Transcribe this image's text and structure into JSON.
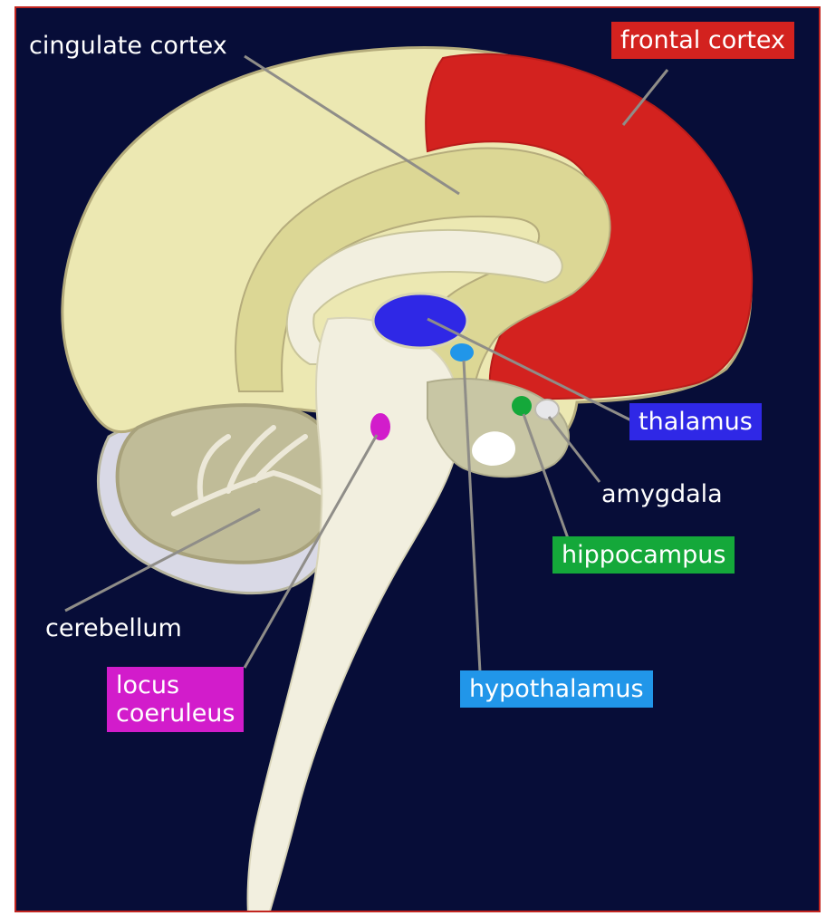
{
  "labels": {
    "cingulate": "cingulate cortex",
    "frontal": "frontal cortex",
    "thalamus": "thalamus",
    "amygdala": "amygdala",
    "hippocampus": "hippocampus",
    "cerebellum": "cerebellum",
    "locus_line1": "locus",
    "locus_line2": "coeruleus",
    "hypothalamus": "hypothalamus"
  },
  "colors": {
    "background": "#070d38",
    "border": "#c22520",
    "frontal": "#d3221f",
    "thalamus": "#2f28e6",
    "hippocampus": "#14a83a",
    "locus": "#d21ccb",
    "hypothalamus": "#2196e9",
    "amygdala": "#e7e7ea",
    "cortex": "#ece8b2",
    "cingulate": "#dcd795",
    "brainstem": "#f2efdf",
    "cerebellum": "#c0bc98"
  }
}
